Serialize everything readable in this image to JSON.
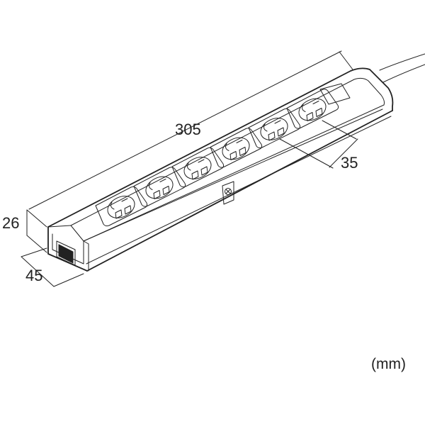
{
  "dimensions": {
    "length": "305",
    "outlet_pitch": "35",
    "height": "26",
    "width": "45"
  },
  "unit_label": "(mm)",
  "outlet_count": 6,
  "colors": {
    "line": "#222222",
    "background": "#ffffff"
  }
}
